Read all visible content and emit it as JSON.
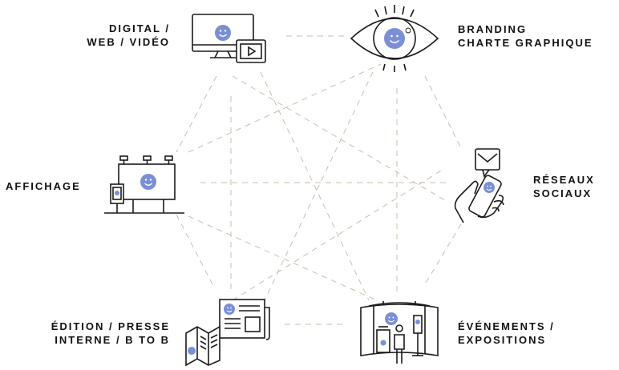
{
  "colors": {
    "line": "#c9bfa8",
    "stroke": "#1a1a1a",
    "accent": "#7b8fd6",
    "face": "#ffffff",
    "text": "#111111"
  },
  "nodes": [
    {
      "id": "digital",
      "lines": [
        "DIGITAL /",
        "WEB / VIDÉO"
      ],
      "icon": "monitor-video-icon"
    },
    {
      "id": "branding",
      "lines": [
        "BRANDING",
        "CHARTE GRAPHIQUE"
      ],
      "icon": "eye-icon"
    },
    {
      "id": "affichage",
      "lines": [
        "AFFICHAGE"
      ],
      "icon": "billboard-icon"
    },
    {
      "id": "reseaux",
      "lines": [
        "RÉSEAUX",
        "SOCIAUX"
      ],
      "icon": "phone-hand-icon"
    },
    {
      "id": "edition",
      "lines": [
        "ÉDITION / PRESSE",
        "INTERNE / B TO B"
      ],
      "icon": "brochure-icon"
    },
    {
      "id": "evenements",
      "lines": [
        "ÉVÉNEMENTS /",
        "EXPOSITIONS"
      ],
      "icon": "exhibition-stand-icon"
    }
  ]
}
